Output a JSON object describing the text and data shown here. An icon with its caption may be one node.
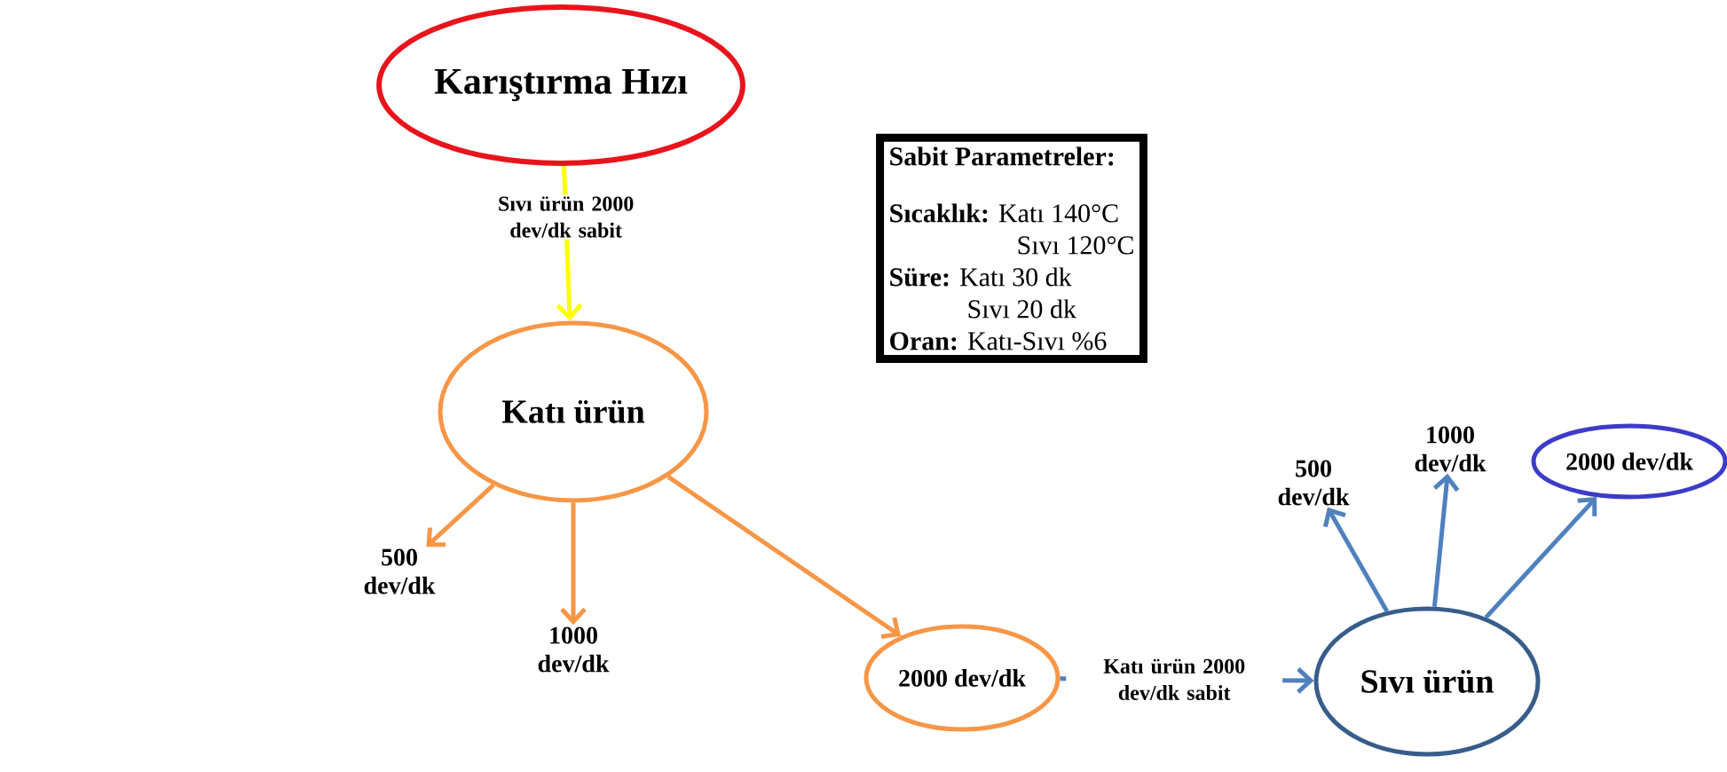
{
  "diagram": {
    "nodes": [
      {
        "text": [
          "Karıştırma Hızı"
        ]
      },
      {
        "text": [
          "Sabit Parametreler:",
          "**Sıcaklık:** Katı 140°C",
          "Sıvı 120°C",
          "**Süre:** Katı 30 dk",
          "Sıvı 20 dk",
          "**Oran:** Katı-Sıvı %6"
        ]
      },
      {
        "text": [
          "Katı ürün"
        ]
      },
      {
        "text": [
          "500 dev/dk"
        ]
      },
      {
        "text": [
          "1000 dev/dk"
        ]
      },
      {
        "text": [
          "2000 dev/dk"
        ]
      },
      {
        "text": [
          "Sıvı ürün"
        ]
      },
      {
        "text": [
          "500 dev/dk"
        ]
      },
      {
        "text": [
          "1000 dev/dk"
        ]
      },
      {
        "text": [
          "2000 dev/dk"
        ]
      }
    ],
    "edges": [
      {
        "from": 0,
        "to": 2,
        "arrow": "to",
        "label": "Sıvı ürün 2000 dev/dk sabit",
        "color": "#ffff00"
      },
      {
        "from": 2,
        "to": 3,
        "arrow": "to",
        "color": "#f79646"
      },
      {
        "from": 2,
        "to": 4,
        "arrow": "to",
        "color": "#f79646"
      },
      {
        "from": 2,
        "to": 5,
        "arrow": "to",
        "color": "#f79646"
      },
      {
        "from": 5,
        "to": 6,
        "arrow": "to",
        "label": "Katı ürün 2000 dev/dk sabit"
      },
      {
        "from": 6,
        "to": 7,
        "arrow": "to"
      },
      {
        "from": 6,
        "to": 8,
        "arrow": "to"
      },
      {
        "from": 6,
        "to": 9,
        "arrow": "to"
      }
    ]
  }
}
